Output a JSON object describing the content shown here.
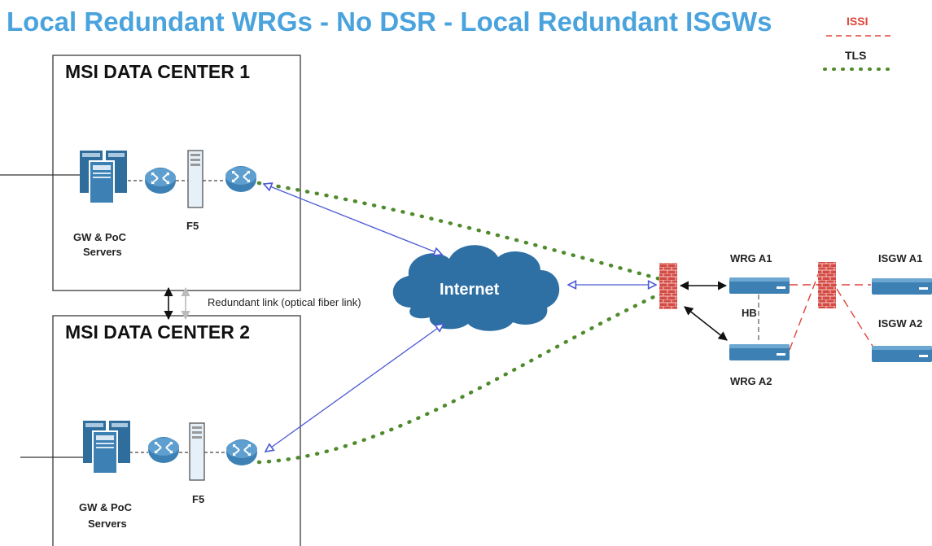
{
  "title": "Local Redundant WRGs - No DSR - Local Redundant ISGWs",
  "legend": {
    "issi": "ISSI",
    "tls": "TLS"
  },
  "dc1": {
    "title": "MSI DATA CENTER 1",
    "servers_line1": "GW & PoC",
    "servers_line2": "Servers",
    "f5": "F5"
  },
  "dc2": {
    "title": "MSI DATA CENTER 2",
    "servers_line1": "GW & PoC",
    "servers_line2": "Servers",
    "f5": "F5"
  },
  "redundant_link": "Redundant link (optical fiber link)",
  "cloud": "Internet",
  "wrg_a1": "WRG A1",
  "wrg_a2": "WRG A2",
  "hb": "HB",
  "isgw_a1": "ISGW A1",
  "isgw_a2": "ISGW A2",
  "colors": {
    "title": "#4aa3dd",
    "device": "#3c80b4",
    "issi": "#e0453a",
    "tls": "#4f8b2c",
    "link": "#4a5bd4",
    "firewall": "#c9403a"
  }
}
